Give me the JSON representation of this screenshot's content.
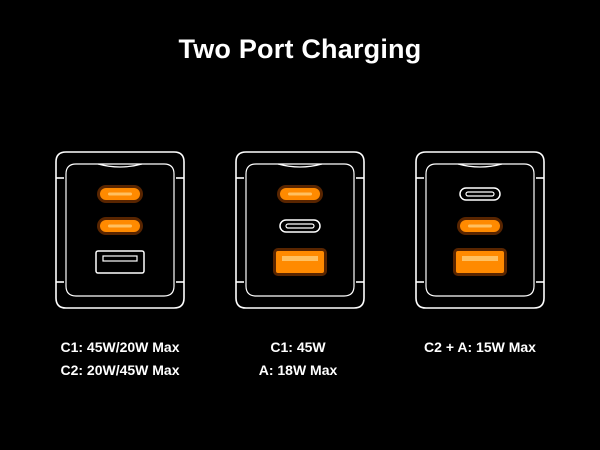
{
  "title": "Two Port Charging",
  "colors": {
    "background": "#000000",
    "outline": "#ffffff",
    "active_port": "#ff8a00",
    "active_glow": "#ff6a00",
    "text": "#ffffff"
  },
  "chargers": [
    {
      "ports": [
        {
          "type": "usb-c",
          "active": true
        },
        {
          "type": "usb-c",
          "active": true
        },
        {
          "type": "usb-a",
          "active": false
        }
      ],
      "caption": [
        "C1: 45W/20W Max",
        "C2: 20W/45W Max"
      ]
    },
    {
      "ports": [
        {
          "type": "usb-c",
          "active": true
        },
        {
          "type": "usb-c",
          "active": false
        },
        {
          "type": "usb-a",
          "active": true
        }
      ],
      "caption": [
        "C1: 45W",
        "A: 18W Max"
      ]
    },
    {
      "ports": [
        {
          "type": "usb-c",
          "active": false
        },
        {
          "type": "usb-c",
          "active": true
        },
        {
          "type": "usb-a",
          "active": true
        }
      ],
      "caption": [
        "C2 + A: 15W Max"
      ]
    }
  ]
}
